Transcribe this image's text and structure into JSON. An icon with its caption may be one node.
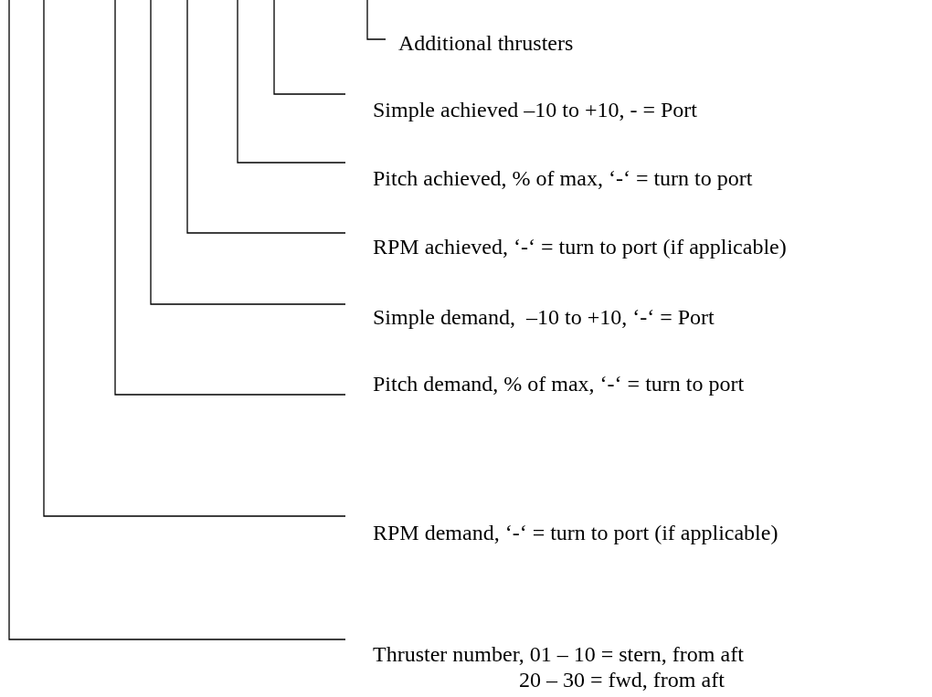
{
  "diagram": {
    "nodes": [
      {
        "text": [
          "Additional thrusters"
        ]
      },
      {
        "text": [
          "Simple achieved –10 to +10, - = Port"
        ]
      },
      {
        "text": [
          "Pitch achieved, % of max, ‘-‘ = turn to port"
        ]
      },
      {
        "text": [
          "RPM achieved, ‘-‘ = turn to port (if applicable)"
        ]
      },
      {
        "text": [
          "Simple demand,  –10 to +10, ‘-‘ = Port"
        ]
      },
      {
        "text": [
          "Pitch demand, % of max, ‘-‘ = turn to port"
        ]
      },
      {
        "text": [
          "RPM demand, ‘-‘ = turn to port (if applicable)"
        ]
      },
      {
        "text": [
          "Thruster number, 01 – 10 = stern, from aft",
          "20 – 30 = fwd, from aft"
        ]
      }
    ],
    "edges": [
      {
        "from": 0,
        "to": null,
        "arrow": "none"
      },
      {
        "from": 1,
        "to": null,
        "arrow": "none"
      },
      {
        "from": 2,
        "to": null,
        "arrow": "none"
      },
      {
        "from": 3,
        "to": null,
        "arrow": "none"
      },
      {
        "from": 4,
        "to": null,
        "arrow": "none"
      },
      {
        "from": 5,
        "to": null,
        "arrow": "none"
      },
      {
        "from": 6,
        "to": null,
        "arrow": "none"
      },
      {
        "from": 7,
        "to": null,
        "arrow": "none"
      }
    ]
  }
}
